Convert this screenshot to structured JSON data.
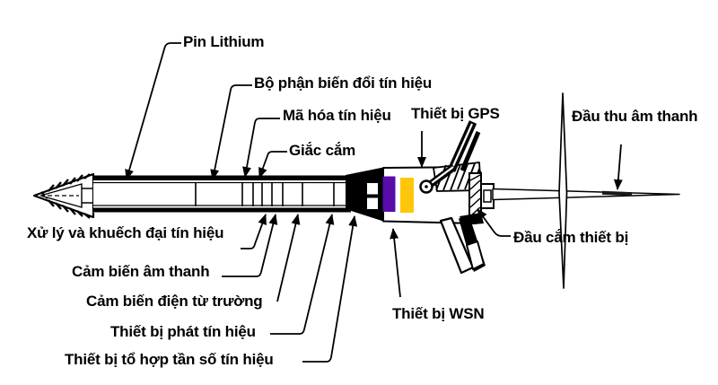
{
  "diagram": {
    "labels": {
      "pin_lithium": "Pin Lithium",
      "signal_converter": "Bộ phận biến đổi tín hiệu",
      "signal_encoder": "Mã hóa tín hiệu",
      "connector_jack": "Giắc cắm",
      "gps_device": "Thiết bị GPS",
      "audio_receiver": "Đầu thu âm thanh",
      "signal_processor": "Xử lý và khuếch đại tín hiệu",
      "audio_sensor": "Cảm biến âm thanh",
      "emf_sensor": "Cảm biến điện từ trường",
      "signal_transmitter": "Thiết bị phát tín hiệu",
      "freq_synthesizer": "Thiết bị tổ hợp tần số tín hiệu",
      "wsn_device": "Thiết bị WSN",
      "device_plug": "Đầu cắm thiết bị"
    },
    "colors": {
      "purple_block": "#5A0CA8",
      "yellow_block": "#FFC60A",
      "ink": "#000000",
      "background": "#FFFFFF"
    }
  }
}
